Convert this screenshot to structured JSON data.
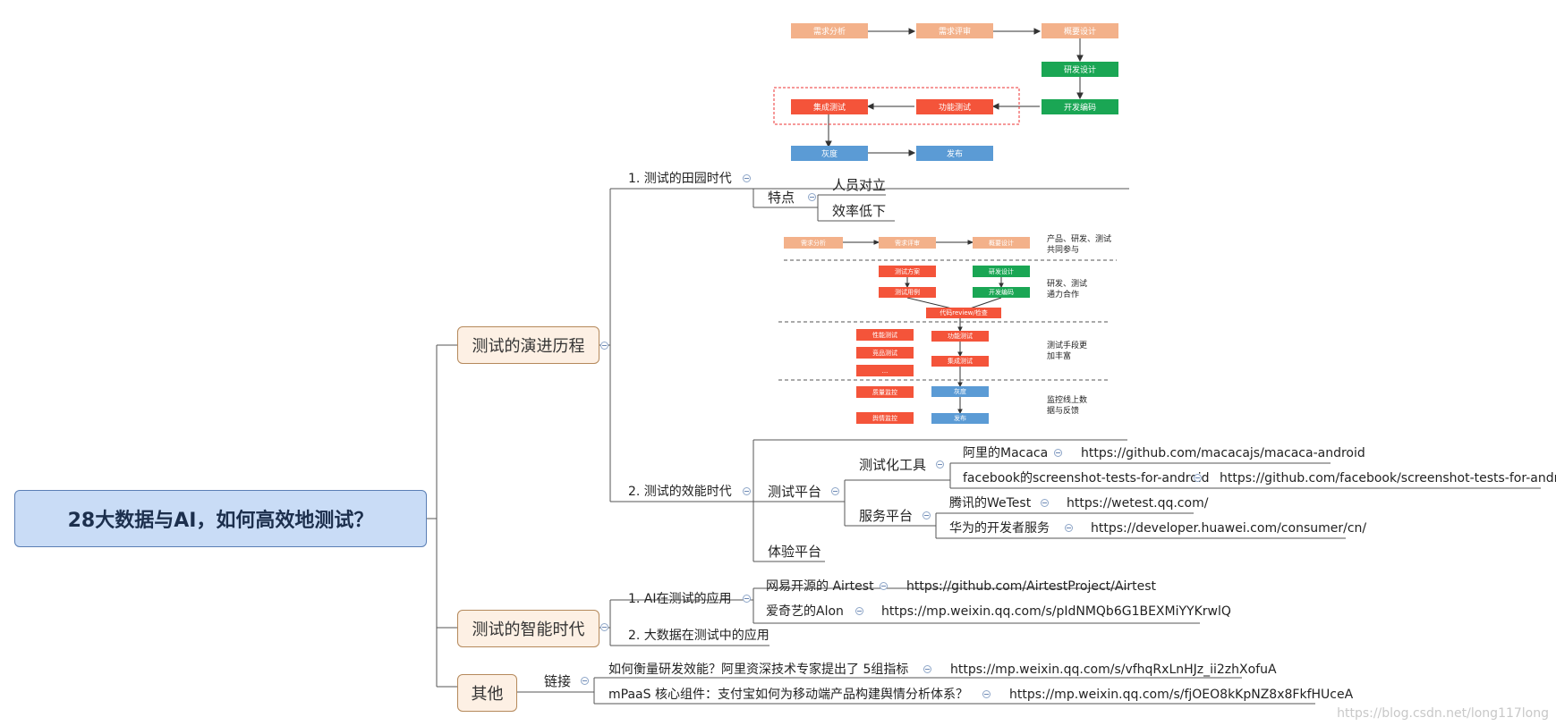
{
  "root": "28大数据与AI，如何高效地测试？",
  "branches": {
    "evolution": "测试的演进历程",
    "smart": "测试的智能时代",
    "other": "其他"
  },
  "evolution": {
    "idyllic": "1. 测试的田园时代",
    "features_label": "特点",
    "features": [
      "人员对立",
      "效率低下"
    ],
    "efficient": "2. 测试的效能时代",
    "test_platform": "测试平台",
    "automation_tools": "测试化工具",
    "service_platform": "服务平台",
    "experience_platform": "体验平台",
    "tools": [
      {
        "name": "阿里的Macaca",
        "url": "https://github.com/macacajs/macaca-android"
      },
      {
        "name": "facebook的screenshot-tests-for-android",
        "url": "https://github.com/facebook/screenshot-tests-for-android"
      }
    ],
    "services": [
      {
        "name": "腾讯的WeTest",
        "url": "https://wetest.qq.com/"
      },
      {
        "name": "华为的开发者服务",
        "url": "https://developer.huawei.com/consumer/cn/"
      }
    ]
  },
  "smart": {
    "ai_apps": "1. AI在测试的应用",
    "bigdata": "2. 大数据在测试中的应用",
    "items": [
      {
        "name": "网易开源的 Airtest",
        "url": "https://github.com/AirtestProject/Airtest"
      },
      {
        "name": "爱奇艺的Alon",
        "url": "https://mp.weixin.qq.com/s/pIdNMQb6G1BEXMiYYKrwlQ"
      }
    ]
  },
  "other": {
    "links_label": "链接",
    "links": [
      {
        "name": "如何衡量研发效能？阿里资深技术专家提出了 5组指标",
        "url": "https://mp.weixin.qq.com/s/vfhqRxLnHJz_ii2zhXofuA"
      },
      {
        "name": "mPaaS 核心组件：支付宝如何为移动端产品构建舆情分析体系？",
        "url": "https://mp.weixin.qq.com/s/fjOEO8kKpNZ8x8FkfHUceA"
      }
    ]
  },
  "flow1": {
    "nodes": [
      "需求分析",
      "需求评审",
      "概要设计",
      "研发设计",
      "开发编码",
      "集成测试",
      "功能测试",
      "灰度",
      "发布"
    ]
  },
  "flow2": {
    "row1": [
      "需求分析",
      "需求评审",
      "概要设计"
    ],
    "note1": [
      "产品、研发、测试",
      "共同参与"
    ],
    "row2a": [
      "测试方案",
      "测试用例"
    ],
    "row2b": [
      "研发设计",
      "开发编码"
    ],
    "note2": [
      "研发、测试",
      "通力合作"
    ],
    "review": "代码review/检查",
    "row3a": [
      "性能测试",
      "竞品测试",
      "..."
    ],
    "row3b": [
      "功能测试",
      "集成测试"
    ],
    "note3": [
      "测试手段更",
      "加丰富"
    ],
    "row4a": [
      "质量监控",
      "舆情监控"
    ],
    "row4b": [
      "灰度",
      "发布"
    ],
    "note4": [
      "监控线上数",
      "据与反馈"
    ]
  },
  "colors": {
    "orange": "#f3b18a",
    "green": "#1aa654",
    "red": "#f4543a",
    "blue": "#5b9bd5"
  },
  "watermark": "https://blog.csdn.net/long117long"
}
